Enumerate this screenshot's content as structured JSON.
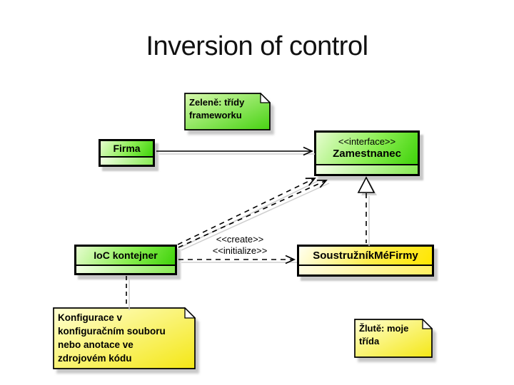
{
  "slide": {
    "title": "Inversion of control"
  },
  "colors": {
    "framework_green": "#3fd20a",
    "my_class_yellow": "#ffe600",
    "shadow_gray": "#c9c9c9",
    "line_black": "#000000"
  },
  "classes": {
    "firma": {
      "name": "Firma"
    },
    "zamestnanec": {
      "stereotype": "<<interface>>",
      "name": "Zamestnanec"
    },
    "ioc": {
      "name": "IoC kontejner"
    },
    "soustruznik": {
      "name": "SoustružníkMéFirmy"
    }
  },
  "notes": {
    "framework": {
      "lines": [
        "Zeleně: třídy",
        "frameworku"
      ]
    },
    "config": {
      "lines": [
        "Konfigurace v",
        "konfiguračním souboru",
        "nebo anotace ve",
        "zdrojovém kódu"
      ]
    },
    "myclass": {
      "lines": [
        "Žlutě: moje",
        "třída"
      ]
    }
  },
  "edge_labels": {
    "create": "<<create>>",
    "initialize": "<<initialize>>"
  }
}
